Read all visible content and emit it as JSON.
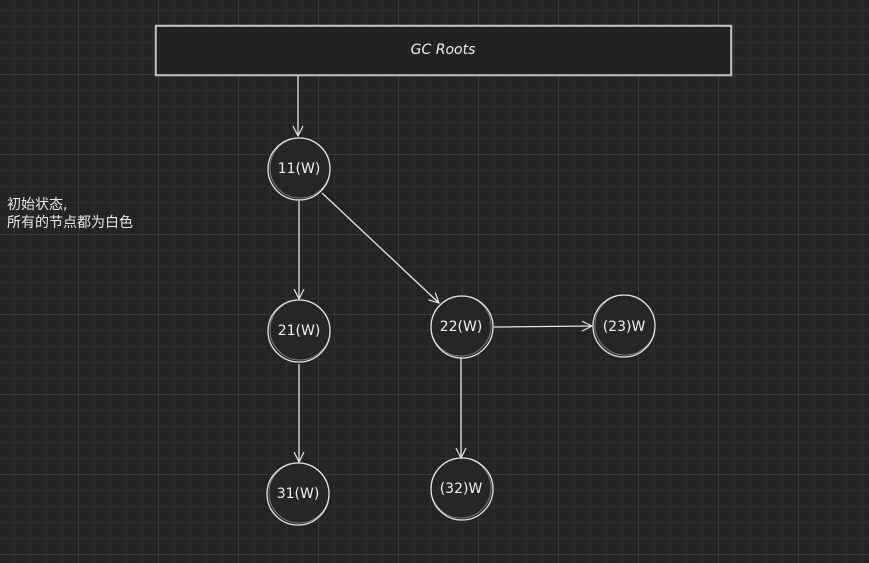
{
  "diagram": {
    "root": {
      "label": "GC Roots"
    },
    "nodes": [
      {
        "id": "n11",
        "label": "11(W)"
      },
      {
        "id": "n21",
        "label": "21(W)"
      },
      {
        "id": "n22",
        "label": "22(W)"
      },
      {
        "id": "n23",
        "label": "(23)W"
      },
      {
        "id": "n31",
        "label": "31(W)"
      },
      {
        "id": "n32",
        "label": "(32)W"
      }
    ],
    "edges": [
      {
        "from": "root",
        "to": "n11"
      },
      {
        "from": "n11",
        "to": "n21"
      },
      {
        "from": "n11",
        "to": "n22"
      },
      {
        "from": "n22",
        "to": "n23"
      },
      {
        "from": "n21",
        "to": "n31"
      },
      {
        "from": "n22",
        "to": "n32"
      }
    ]
  },
  "note": {
    "line1": "初始状态,",
    "line2": "所有的节点都为白色"
  },
  "colors": {
    "background": "#242424",
    "stroke": "#e6e6e6",
    "fill": "#262626"
  }
}
